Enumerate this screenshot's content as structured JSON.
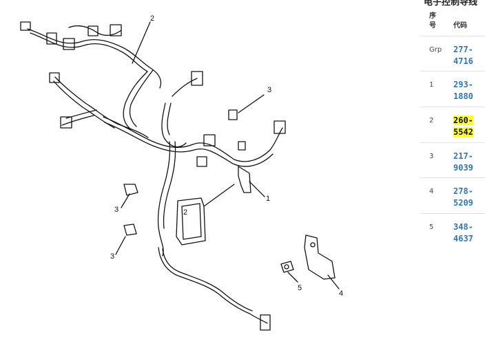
{
  "panel": {
    "title": "电子控制导线",
    "columns": {
      "seq": "序号",
      "code": "代码"
    }
  },
  "parts": [
    {
      "seq": "Grp",
      "code": [
        "277-",
        "4716"
      ],
      "highlighted": false
    },
    {
      "seq": "1",
      "code": [
        "293-",
        "1880"
      ],
      "highlighted": false
    },
    {
      "seq": "2",
      "code": [
        "260-",
        "5542"
      ],
      "highlighted": true
    },
    {
      "seq": "3",
      "code": [
        "217-",
        "9039"
      ],
      "highlighted": false
    },
    {
      "seq": "4",
      "code": [
        "278-",
        "5209"
      ],
      "highlighted": false
    },
    {
      "seq": "5",
      "code": [
        "348-",
        "4637"
      ],
      "highlighted": false
    }
  ],
  "callouts": {
    "harness_top": "2",
    "harness_mid": "2",
    "bracket_1": "1",
    "clip_a": "3",
    "clip_b": "3",
    "clip_c": "3",
    "bracket_4": "4",
    "bolt_5": "5"
  }
}
